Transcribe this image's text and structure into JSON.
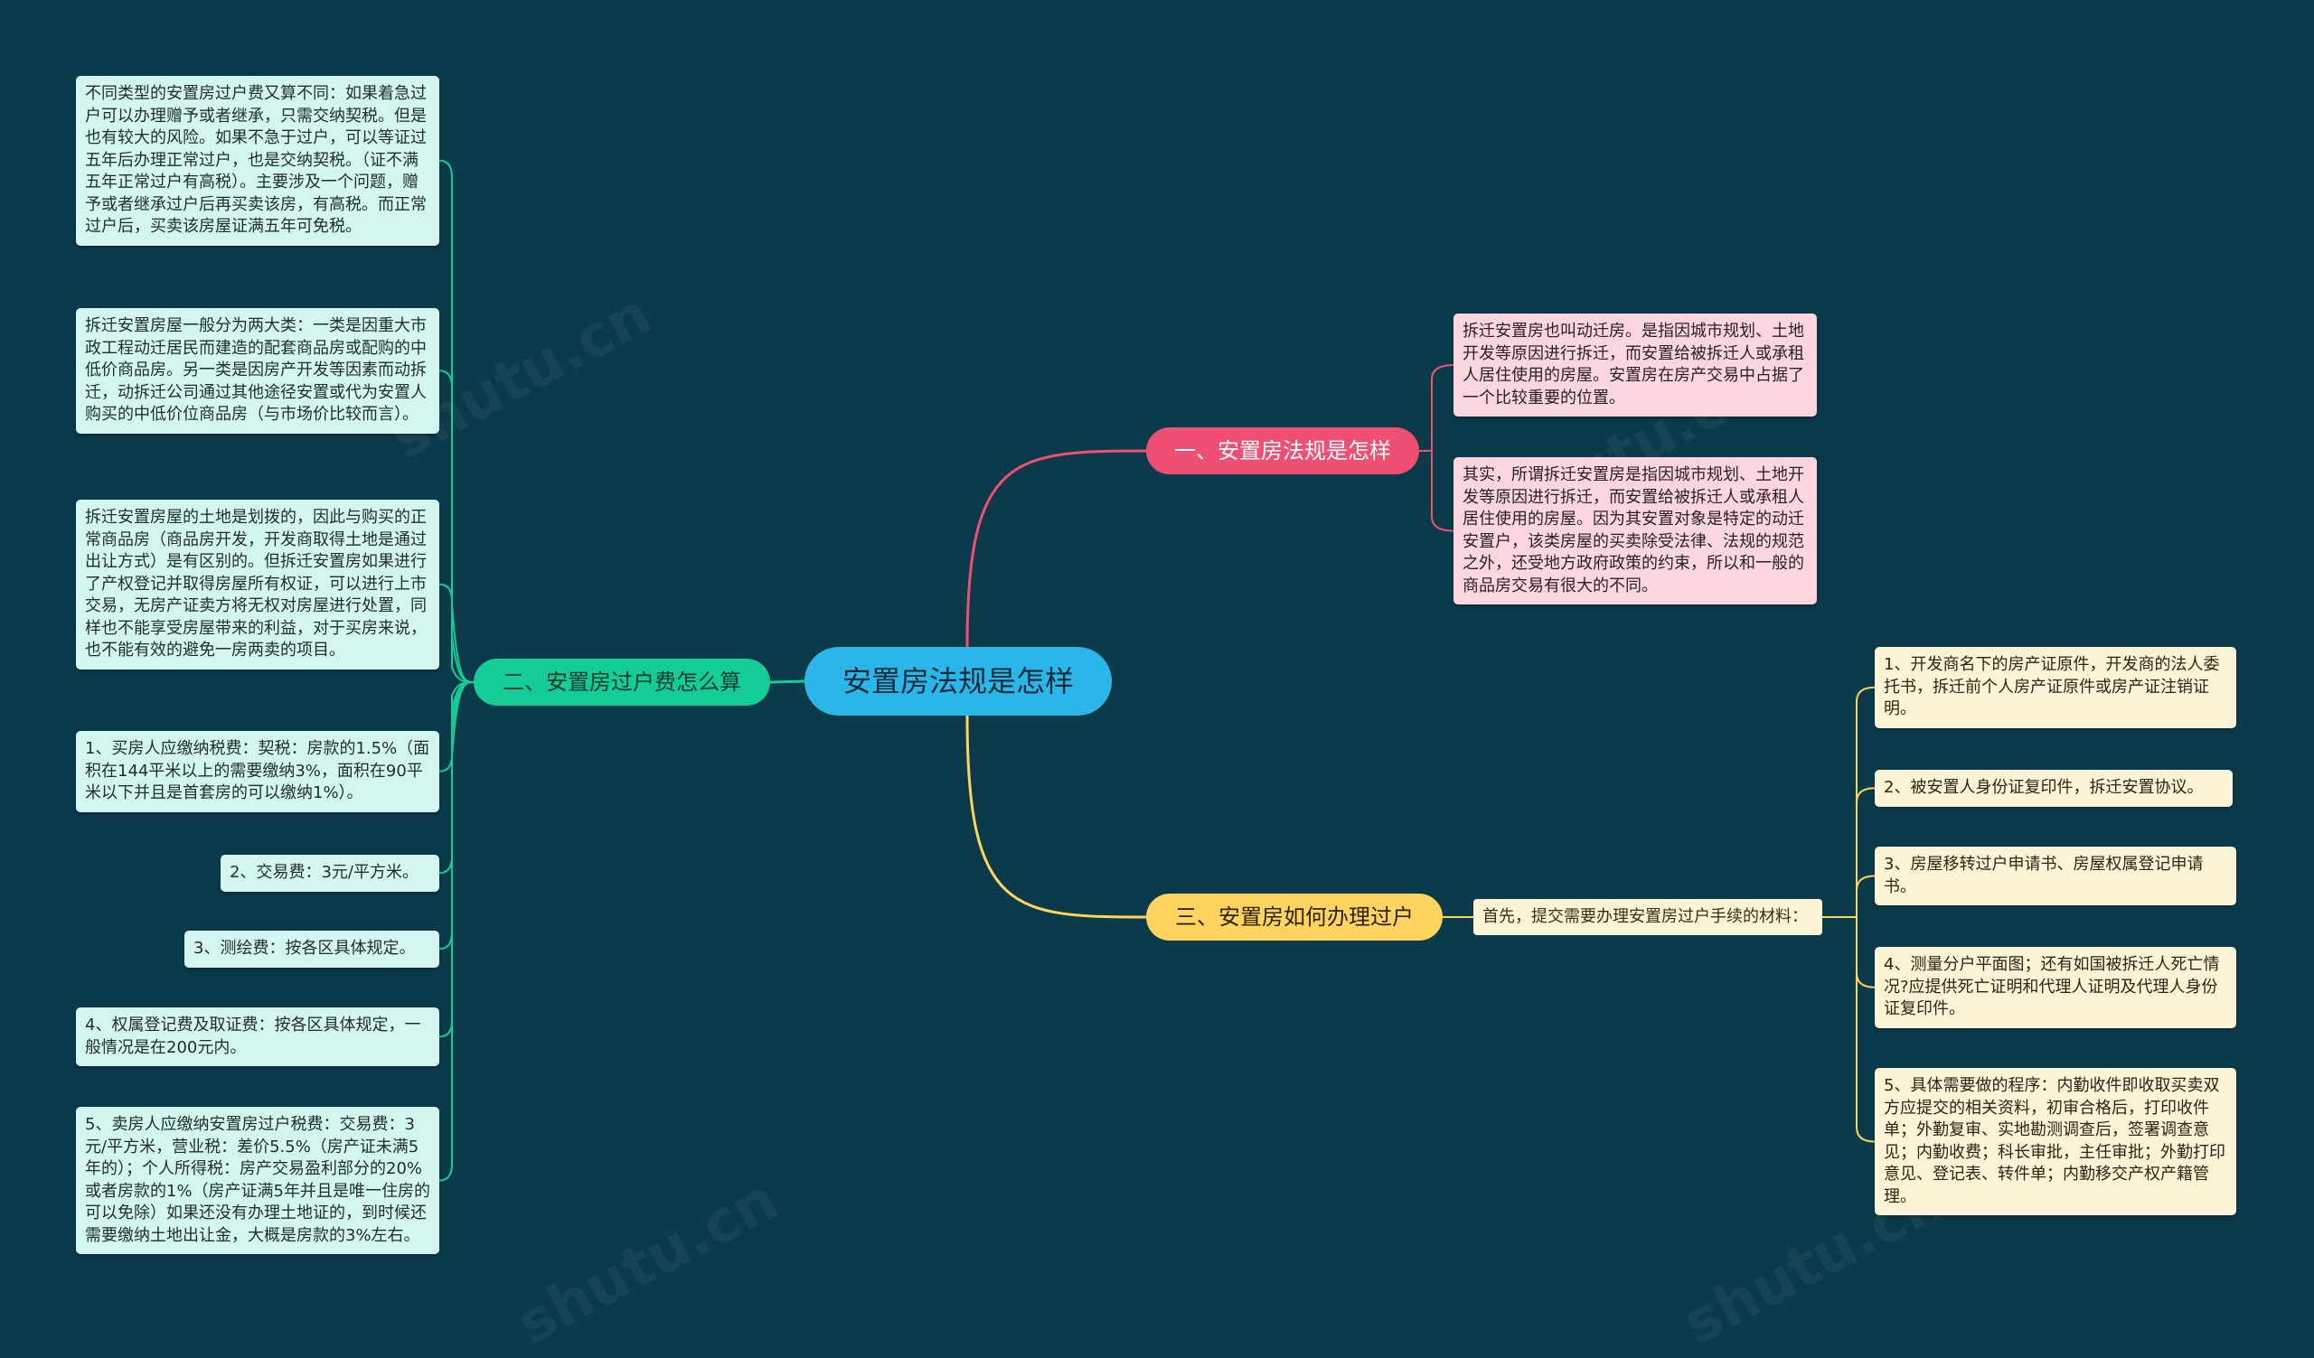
{
  "root": {
    "label": "安置房法规是怎样"
  },
  "branches": {
    "b1": {
      "label": "一、安置房法规是怎样",
      "color": "#ee4f72"
    },
    "b2": {
      "label": "二、安置房过户费怎么算",
      "color": "#14cc95"
    },
    "b3": {
      "label": "三、安置房如何办理过户",
      "color": "#ffd45e"
    }
  },
  "left_items": [
    "不同类型的安置房过户费又算不同：如果着急过户可以办理赠予或者继承，只需交纳契税。但是也有较大的风险。如果不急于过户，可以等证过五年后办理正常过户，也是交纳契税。（证不满五年正常过户有高税）。主要涉及一个问题，赠予或者继承过户后再买卖该房，有高税。而正常过户后，买卖该房屋证满五年可免税。",
    "拆迁安置房屋一般分为两大类：一类是因重大市政工程动迁居民而建造的配套商品房或配购的中低价商品房。另一类是因房产开发等因素而动拆迁，动拆迁公司通过其他途径安置或代为安置人购买的中低价位商品房（与市场价比较而言）。",
    "拆迁安置房屋的土地是划拨的，因此与购买的正常商品房（商品房开发，开发商取得土地是通过出让方式）是有区别的。但拆迁安置房如果进行了产权登记并取得房屋所有权证，可以进行上市交易，无房产证卖方将无权对房屋进行处置，同样也不能享受房屋带来的利益，对于买房来说，也不能有效的避免一房两卖的项目。",
    "1、买房人应缴纳税费：契税：房款的1.5%（面积在144平米以上的需要缴纳3%，面积在90平米以下并且是首套房的可以缴纳1%）。",
    "2、交易费：3元/平方米。",
    "3、测绘费：按各区具体规定。",
    "4、权属登记费及取证费：按各区具体规定，一般情况是在200元内。",
    "5、卖房人应缴纳安置房过户税费：交易费：3元/平方米，营业税：差价5.5%（房产证未满5年的）；个人所得税：房产交易盈利部分的20%或者房款的1%（房产证满5年并且是唯一住房的可以免除）如果还没有办理土地证的，到时候还需要缴纳土地出让金，大概是房款的3%左右。"
  ],
  "pink_items": [
    "拆迁安置房也叫动迁房。是指因城市规划、土地开发等原因进行拆迁，而安置给被拆迁人或承租人居住使用的房屋。安置房在房产交易中占据了一个比较重要的位置。",
    "其实，所谓拆迁安置房是指因城市规划、土地开发等原因进行拆迁，而安置给被拆迁人或承租人居住使用的房屋。因为其安置对象是特定的动迁安置户，该类房屋的买卖除受法律、法规的规范之外，还受地方政府政策的约束，所以和一般的商品房交易有很大的不同。"
  ],
  "mid_node": "首先，提交需要办理安置房过户手续的材料：",
  "yellow_items": [
    "1、开发商名下的房产证原件，开发商的法人委托书，拆迁前个人房产证原件或房产证注销证明。",
    "2、被安置人身份证复印件，拆迁安置协议。",
    "3、房屋移转过户申请书、房屋权属登记申请书。",
    "4、测量分户平面图；还有如国被拆迁人死亡情况?应提供死亡证明和代理人证明及代理人身份证复印件。",
    "5、具体需要做的程序：内勤收件即收取买卖双方应提交的相关资料，初审合格后，打印收件单；外勤复审、实地勘测调查后，签署调查意见；内勤收费；科长审批，主任审批；外勤打印意见、登记表、转件单；内勤移交产权产籍管理。"
  ],
  "colors": {
    "background": "#0b3a4b",
    "root": "#2bb6ea",
    "leaf_green": "#d3f6f0",
    "leaf_pink": "#fbd6df",
    "leaf_yellow": "#fdf3d6",
    "edge_green": "#14cc95",
    "edge_pink": "#ee4f72",
    "edge_yellow": "#ffd45e"
  }
}
